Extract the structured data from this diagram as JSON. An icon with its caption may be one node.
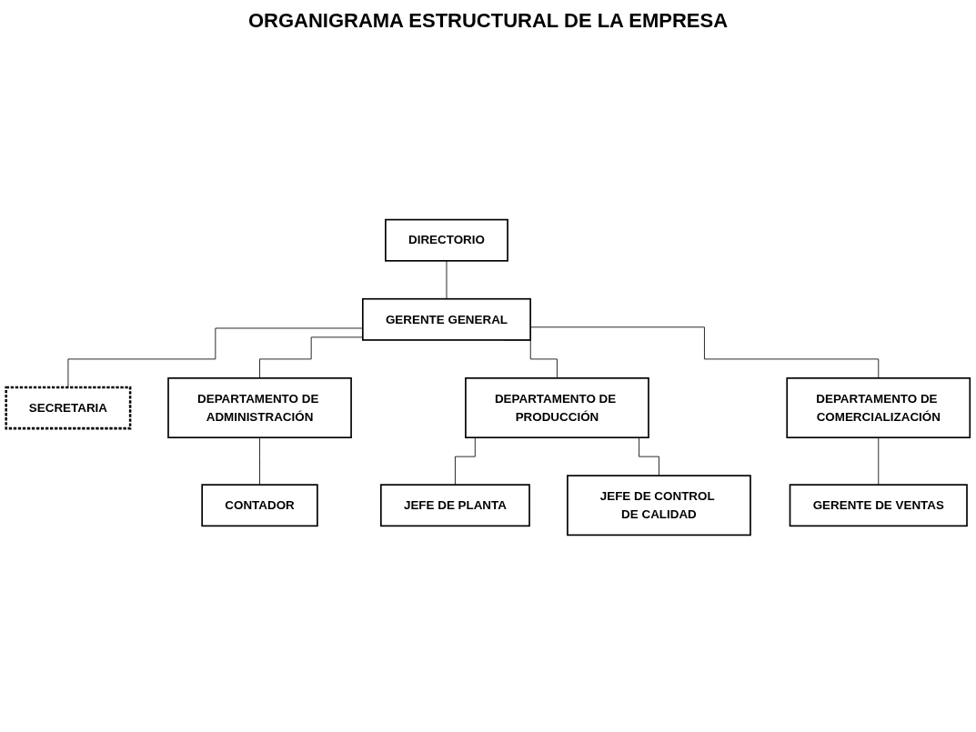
{
  "diagram": {
    "title": "ORGANIGRAMA ESTRUCTURAL DE LA EMPRESA",
    "nodes": [
      {
        "text": [
          "DIRECTORIO"
        ]
      },
      {
        "text": [
          "GERENTE GENERAL"
        ]
      },
      {
        "text": [
          "SECRETARIA"
        ]
      },
      {
        "text": [
          "DEPARTAMENTO DE ADMINISTRACIÓN"
        ]
      },
      {
        "text": [
          "DEPARTAMENTO DE PRODUCCIÓN"
        ]
      },
      {
        "text": [
          "DEPARTAMENTO DE COMERCIALIZACIÓN"
        ]
      },
      {
        "text": [
          "CONTADOR"
        ]
      },
      {
        "text": [
          "JEFE DE PLANTA"
        ]
      },
      {
        "text": [
          "JEFE DE CONTROL DE CALIDAD"
        ]
      },
      {
        "text": [
          "GERENTE DE VENTAS"
        ]
      }
    ],
    "edges": [
      {
        "from": 0,
        "to": 1,
        "arrow": "none"
      },
      {
        "from": 1,
        "to": 2,
        "arrow": "none"
      },
      {
        "from": 1,
        "to": 3,
        "arrow": "none"
      },
      {
        "from": 1,
        "to": 4,
        "arrow": "none"
      },
      {
        "from": 1,
        "to": 5,
        "arrow": "none"
      },
      {
        "from": 3,
        "to": 6,
        "arrow": "none"
      },
      {
        "from": 4,
        "to": 7,
        "arrow": "none"
      },
      {
        "from": 4,
        "to": 8,
        "arrow": "none"
      },
      {
        "from": 5,
        "to": 9,
        "arrow": "none"
      }
    ]
  }
}
